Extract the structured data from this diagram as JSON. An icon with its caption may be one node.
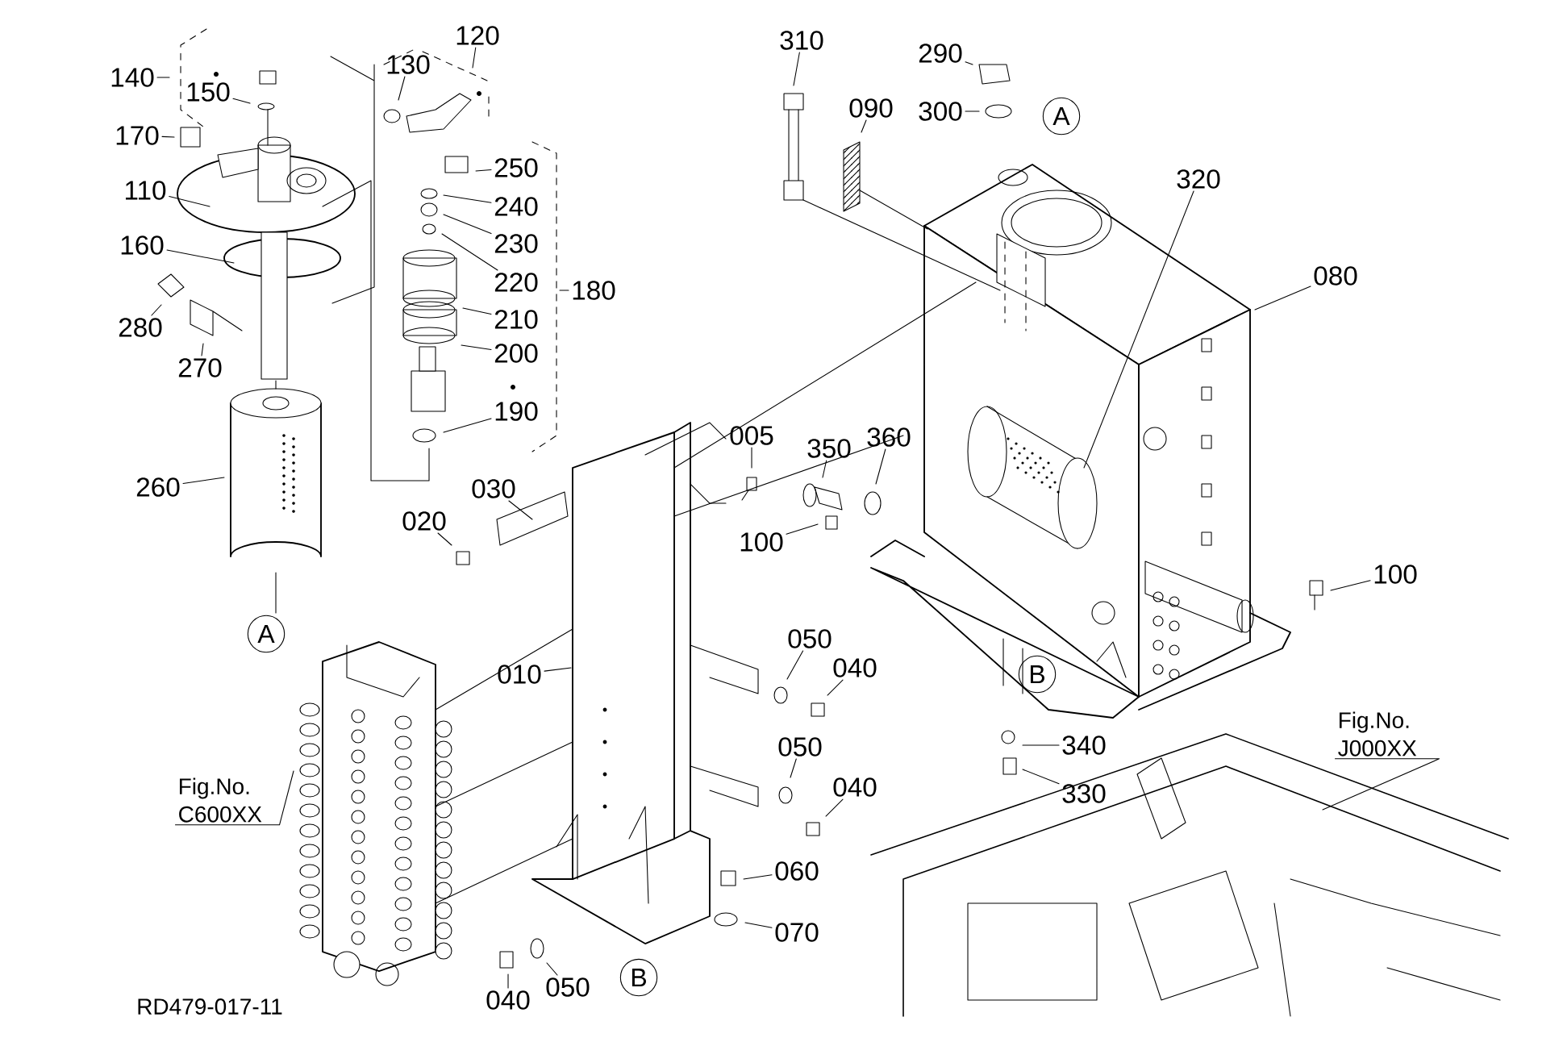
{
  "diagram": {
    "nodes": [
      {
        "text": [
          "140"
        ]
      },
      {
        "text": [
          "150"
        ]
      },
      {
        "text": [
          "130"
        ]
      },
      {
        "text": [
          "120"
        ]
      },
      {
        "text": [
          "170"
        ]
      },
      {
        "text": [
          "250"
        ]
      },
      {
        "text": [
          "110"
        ]
      },
      {
        "text": [
          "240"
        ]
      },
      {
        "text": [
          "230"
        ]
      },
      {
        "text": [
          "160"
        ]
      },
      {
        "text": [
          "220"
        ]
      },
      {
        "text": [
          "180"
        ]
      },
      {
        "text": [
          "210"
        ]
      },
      {
        "text": [
          "280"
        ]
      },
      {
        "text": [
          "200"
        ]
      },
      {
        "text": [
          "270"
        ]
      },
      {
        "text": [
          "190"
        ]
      },
      {
        "text": [
          "260"
        ]
      },
      {
        "text": [
          "310"
        ]
      },
      {
        "text": [
          "290"
        ]
      },
      {
        "text": [
          "090"
        ]
      },
      {
        "text": [
          "300"
        ]
      },
      {
        "text": [
          "320"
        ]
      },
      {
        "text": [
          "080"
        ]
      },
      {
        "text": [
          "005"
        ]
      },
      {
        "text": [
          "350"
        ]
      },
      {
        "text": [
          "360"
        ]
      },
      {
        "text": [
          "030"
        ]
      },
      {
        "text": [
          "020"
        ]
      },
      {
        "text": [
          "100"
        ]
      },
      {
        "text": [
          "100"
        ]
      },
      {
        "text": [
          "010"
        ]
      },
      {
        "text": [
          "050"
        ]
      },
      {
        "text": [
          "040"
        ]
      },
      {
        "text": [
          "Fig.No. C600XX"
        ]
      },
      {
        "text": [
          "Fig.No. J000XX"
        ]
      },
      {
        "text": [
          "340"
        ]
      },
      {
        "text": [
          "050"
        ]
      },
      {
        "text": [
          "330"
        ]
      },
      {
        "text": [
          "040"
        ]
      },
      {
        "text": [
          "060"
        ]
      },
      {
        "text": [
          "070"
        ]
      },
      {
        "text": [
          "040"
        ]
      },
      {
        "text": [
          "050"
        ]
      }
    ],
    "edges": [
      {
        "from": 0,
        "to": null,
        "arrow": "none"
      },
      {
        "from": 1,
        "to": null,
        "arrow": "none"
      },
      {
        "from": 2,
        "to": null,
        "arrow": "none"
      },
      {
        "from": 3,
        "to": null,
        "arrow": "none"
      },
      {
        "from": 4,
        "to": null,
        "arrow": "none"
      },
      {
        "from": 5,
        "to": null,
        "arrow": "none"
      },
      {
        "from": 6,
        "to": null,
        "arrow": "none"
      },
      {
        "from": 7,
        "to": null,
        "arrow": "none"
      },
      {
        "from": 8,
        "to": null,
        "arrow": "none"
      },
      {
        "from": 9,
        "to": null,
        "arrow": "none"
      },
      {
        "from": 10,
        "to": null,
        "arrow": "none"
      },
      {
        "from": 11,
        "to": null,
        "arrow": "none"
      },
      {
        "from": 12,
        "to": null,
        "arrow": "none"
      },
      {
        "from": 13,
        "to": null,
        "arrow": "none"
      },
      {
        "from": 14,
        "to": null,
        "arrow": "none"
      },
      {
        "from": 15,
        "to": null,
        "arrow": "none"
      },
      {
        "from": 16,
        "to": null,
        "arrow": "none"
      },
      {
        "from": 17,
        "to": null,
        "arrow": "none"
      },
      {
        "from": 18,
        "to": null,
        "arrow": "none"
      },
      {
        "from": 19,
        "to": null,
        "arrow": "none"
      },
      {
        "from": 20,
        "to": null,
        "arrow": "none"
      },
      {
        "from": 21,
        "to": null,
        "arrow": "none"
      },
      {
        "from": 22,
        "to": null,
        "arrow": "none"
      },
      {
        "from": 23,
        "to": null,
        "arrow": "none"
      },
      {
        "from": 24,
        "to": null,
        "arrow": "none"
      },
      {
        "from": 25,
        "to": null,
        "arrow": "none"
      },
      {
        "from": 26,
        "to": null,
        "arrow": "none"
      },
      {
        "from": 27,
        "to": null,
        "arrow": "none"
      },
      {
        "from": 28,
        "to": null,
        "arrow": "none"
      },
      {
        "from": 29,
        "to": null,
        "arrow": "none"
      },
      {
        "from": 30,
        "to": null,
        "arrow": "none"
      },
      {
        "from": 31,
        "to": null,
        "arrow": "none"
      },
      {
        "from": 32,
        "to": null,
        "arrow": "none"
      },
      {
        "from": 33,
        "to": null,
        "arrow": "none"
      },
      {
        "from": 34,
        "to": null,
        "arrow": "none"
      },
      {
        "from": 35,
        "to": null,
        "arrow": "none"
      },
      {
        "from": 36,
        "to": null,
        "arrow": "none"
      },
      {
        "from": 37,
        "to": null,
        "arrow": "none"
      },
      {
        "from": 38,
        "to": null,
        "arrow": "none"
      },
      {
        "from": 39,
        "to": null,
        "arrow": "none"
      },
      {
        "from": 40,
        "to": null,
        "arrow": "none"
      },
      {
        "from": 41,
        "to": null,
        "arrow": "none"
      },
      {
        "from": 42,
        "to": null,
        "arrow": "none"
      },
      {
        "from": 43,
        "to": null,
        "arrow": "none"
      }
    ],
    "labels": [
      "A",
      "A",
      "B",
      "B",
      "RD479-017-11"
    ]
  }
}
